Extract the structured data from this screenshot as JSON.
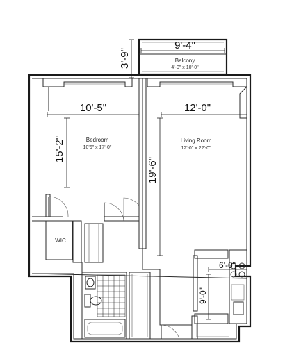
{
  "plan": {
    "balcony": {
      "name": "Balcony",
      "size": "4'-0\" x 10'-0\""
    },
    "bedroom": {
      "name": "Bedroom",
      "size": "10'6\" x 17'-0\""
    },
    "living_room": {
      "name": "Living Room",
      "size": "12'-0\" x 22'-0\""
    },
    "wic": "WIC",
    "dimensions": {
      "balcony_width": "9'-4\"",
      "balcony_depth": "3'-9\"",
      "bedroom_width": "10'-5\"",
      "bedroom_depth": "15'-2\"",
      "living_width": "12'-0\"",
      "living_depth": "19'-6\"",
      "kitchen_width": "6'-0\"",
      "kitchen_depth": "9'-0\""
    }
  }
}
